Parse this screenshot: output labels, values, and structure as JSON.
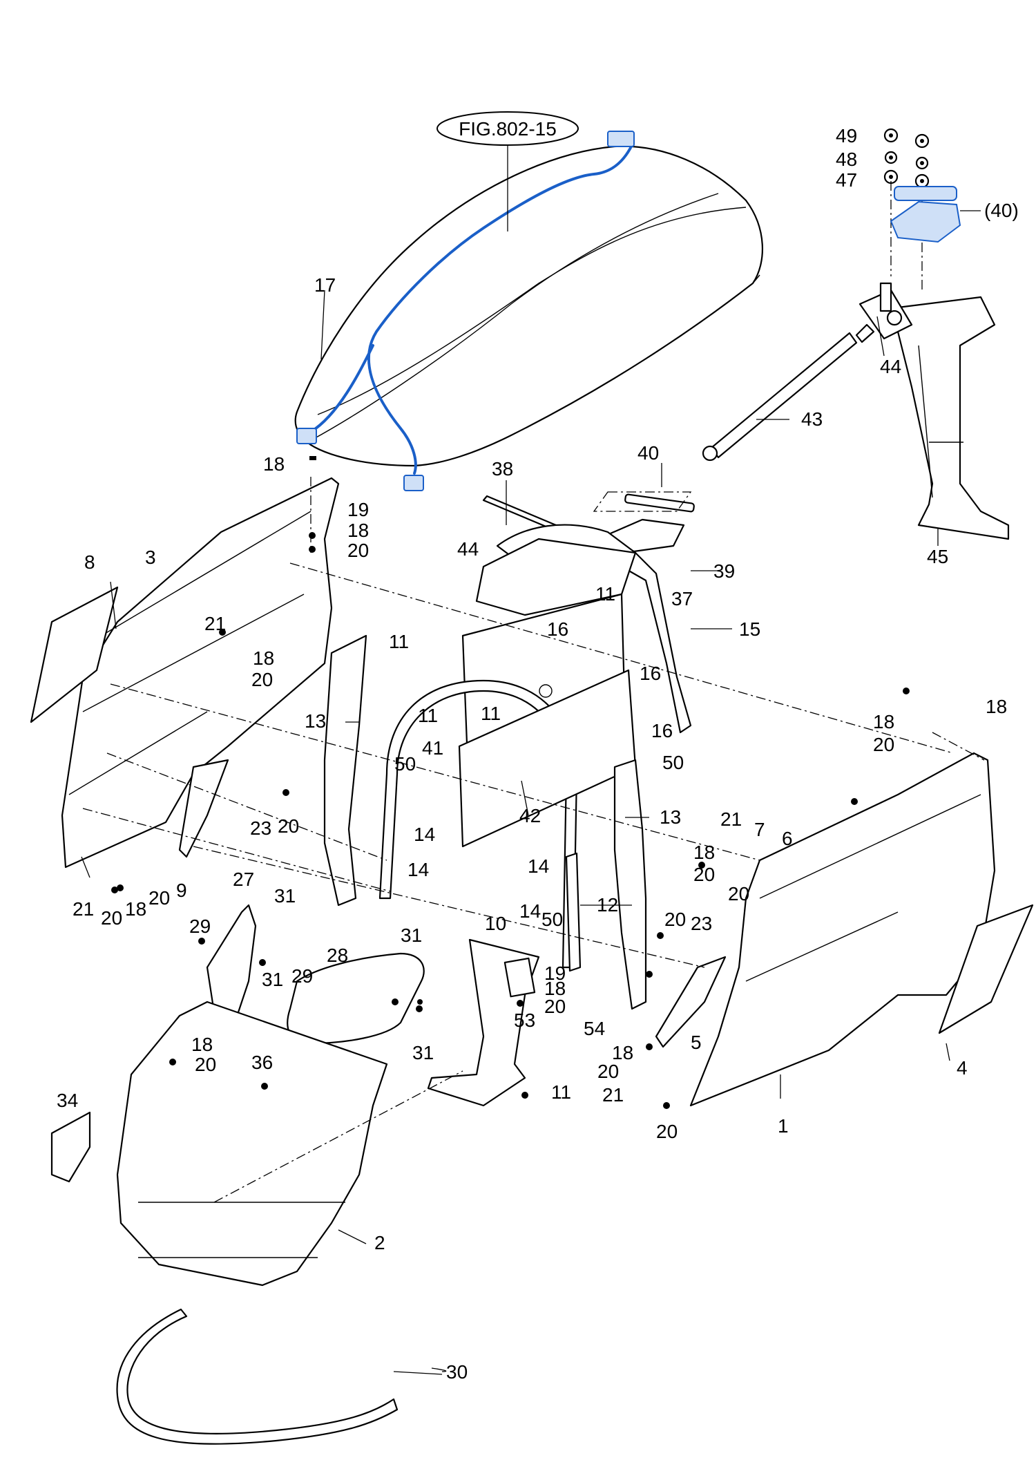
{
  "figure_ref": "FIG.802-15",
  "callouts": [
    {
      "id": "c49",
      "text": "49"
    },
    {
      "id": "c48",
      "text": "48"
    },
    {
      "id": "c47",
      "text": "47"
    },
    {
      "id": "c40ref",
      "text": "(40)"
    },
    {
      "id": "c17",
      "text": "17"
    },
    {
      "id": "c44a",
      "text": "44"
    },
    {
      "id": "c43",
      "text": "43"
    },
    {
      "id": "c45",
      "text": "45"
    },
    {
      "id": "c18a",
      "text": "18"
    },
    {
      "id": "c19a",
      "text": "19"
    },
    {
      "id": "c18b",
      "text": "18"
    },
    {
      "id": "c20a",
      "text": "20"
    },
    {
      "id": "c38",
      "text": "38"
    },
    {
      "id": "c40",
      "text": "40"
    },
    {
      "id": "c39",
      "text": "39"
    },
    {
      "id": "c37",
      "text": "37"
    },
    {
      "id": "c8",
      "text": "8"
    },
    {
      "id": "c3",
      "text": "3"
    },
    {
      "id": "c21a",
      "text": "21"
    },
    {
      "id": "c18c",
      "text": "18"
    },
    {
      "id": "c20b",
      "text": "20"
    },
    {
      "id": "c44b",
      "text": "44"
    },
    {
      "id": "c11a",
      "text": "11"
    },
    {
      "id": "c16a",
      "text": "16"
    },
    {
      "id": "c11b",
      "text": "11"
    },
    {
      "id": "c15",
      "text": "15"
    },
    {
      "id": "c16b",
      "text": "16"
    },
    {
      "id": "c18d",
      "text": "18"
    },
    {
      "id": "c18e",
      "text": "18"
    },
    {
      "id": "c20c",
      "text": "20"
    },
    {
      "id": "c13a",
      "text": "13"
    },
    {
      "id": "c11c",
      "text": "11"
    },
    {
      "id": "c11d",
      "text": "11"
    },
    {
      "id": "c41",
      "text": "41"
    },
    {
      "id": "c16c",
      "text": "16"
    },
    {
      "id": "c50a",
      "text": "50"
    },
    {
      "id": "c50b",
      "text": "50"
    },
    {
      "id": "c14a",
      "text": "14"
    },
    {
      "id": "c23a",
      "text": "23"
    },
    {
      "id": "c20d",
      "text": "20"
    },
    {
      "id": "c42",
      "text": "42"
    },
    {
      "id": "c13b",
      "text": "13"
    },
    {
      "id": "c21b",
      "text": "21"
    },
    {
      "id": "c7",
      "text": "7"
    },
    {
      "id": "c6",
      "text": "6"
    },
    {
      "id": "c18f",
      "text": "18"
    },
    {
      "id": "c20e",
      "text": "20"
    },
    {
      "id": "c20f",
      "text": "20"
    },
    {
      "id": "c14b",
      "text": "14"
    },
    {
      "id": "c14c",
      "text": "14"
    },
    {
      "id": "c9",
      "text": "9"
    },
    {
      "id": "c21c",
      "text": "21"
    },
    {
      "id": "c20g",
      "text": "20"
    },
    {
      "id": "c18g",
      "text": "18"
    },
    {
      "id": "c20h",
      "text": "20"
    },
    {
      "id": "c27",
      "text": "27"
    },
    {
      "id": "c31a",
      "text": "31"
    },
    {
      "id": "c29a",
      "text": "29"
    },
    {
      "id": "c31b",
      "text": "31"
    },
    {
      "id": "c31c",
      "text": "31"
    },
    {
      "id": "c28",
      "text": "28"
    },
    {
      "id": "c29b",
      "text": "29"
    },
    {
      "id": "c12",
      "text": "12"
    },
    {
      "id": "c14d",
      "text": "14"
    },
    {
      "id": "c50c",
      "text": "50"
    },
    {
      "id": "c10",
      "text": "10"
    },
    {
      "id": "c19b",
      "text": "19"
    },
    {
      "id": "c18h",
      "text": "18"
    },
    {
      "id": "c20i",
      "text": "20"
    },
    {
      "id": "c20j",
      "text": "20"
    },
    {
      "id": "c23b",
      "text": "23"
    },
    {
      "id": "c31d",
      "text": "31"
    },
    {
      "id": "c18i",
      "text": "18"
    },
    {
      "id": "c20k",
      "text": "20"
    },
    {
      "id": "c36",
      "text": "36"
    },
    {
      "id": "c53",
      "text": "53"
    },
    {
      "id": "c54",
      "text": "54"
    },
    {
      "id": "c11e",
      "text": "11"
    },
    {
      "id": "c5",
      "text": "5"
    },
    {
      "id": "c4",
      "text": "4"
    },
    {
      "id": "c18j",
      "text": "18"
    },
    {
      "id": "c20l",
      "text": "20"
    },
    {
      "id": "c21d",
      "text": "21"
    },
    {
      "id": "c20m",
      "text": "20"
    },
    {
      "id": "c1",
      "text": "1"
    },
    {
      "id": "c34",
      "text": "34"
    },
    {
      "id": "c2",
      "text": "2"
    },
    {
      "id": "c30",
      "text": "30"
    }
  ]
}
